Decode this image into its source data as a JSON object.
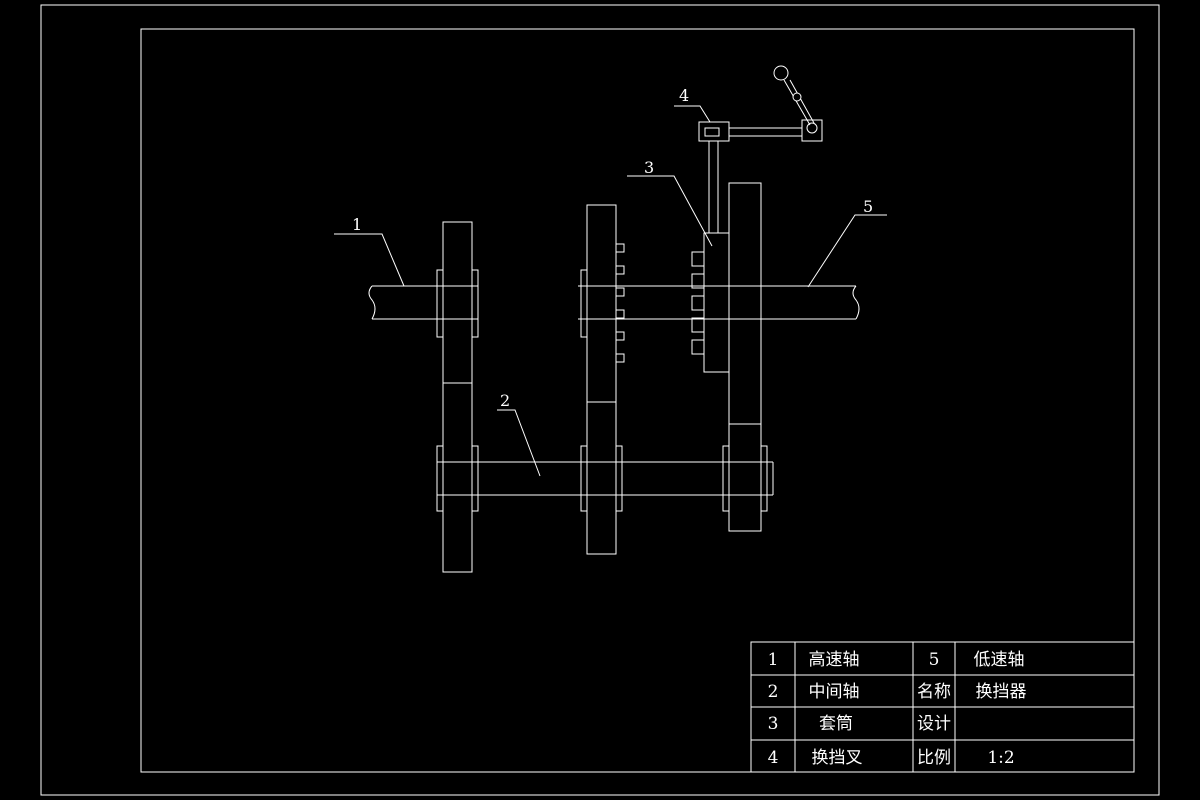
{
  "colors": {
    "background": "#000000",
    "line": "#ffffff"
  },
  "callouts": [
    {
      "id": "1",
      "text": "1"
    },
    {
      "id": "2",
      "text": "2"
    },
    {
      "id": "3",
      "text": "3"
    },
    {
      "id": "4",
      "text": "4"
    },
    {
      "id": "5",
      "text": "5"
    }
  ],
  "title_block": {
    "rows": [
      {
        "no": "1",
        "name": "高速轴",
        "key": "5",
        "value": "低速轴"
      },
      {
        "no": "2",
        "name": "中间轴",
        "key": "名称",
        "value": "换挡器"
      },
      {
        "no": "3",
        "name": "套筒",
        "key": "设计",
        "value": ""
      },
      {
        "no": "4",
        "name": "换挡叉",
        "key": "比例",
        "value": "1:2"
      }
    ]
  }
}
